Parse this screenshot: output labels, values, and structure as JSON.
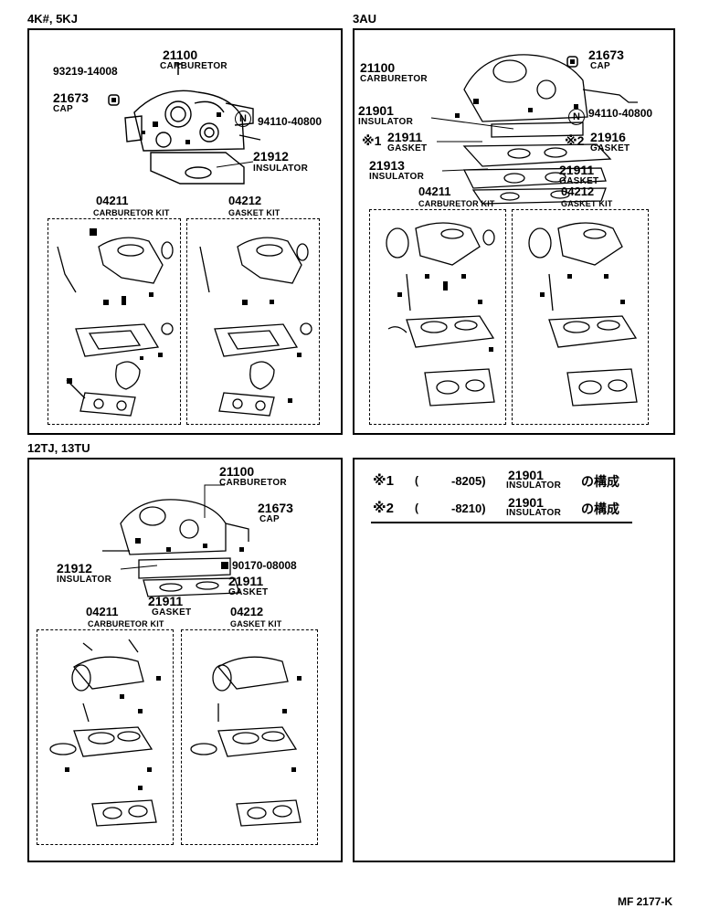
{
  "panels": {
    "p1": {
      "label": "4K#, 5KJ",
      "carb_pn": "21100",
      "carb_name": "CARBURETOR",
      "screw_pn": "93219-14008",
      "cap_pn": "21673",
      "cap_name": "CAP",
      "n_badge": "N",
      "nut_pn": "94110-40800",
      "ins_pn": "21912",
      "ins_name": "INSULATOR",
      "kit1_pn": "04211",
      "kit1_name": "CARBURETOR KIT",
      "kit2_pn": "04212",
      "kit2_name": "GASKET KIT"
    },
    "p2": {
      "label": "3AU",
      "carb_pn": "21100",
      "carb_name": "CARBURETOR",
      "cap_pn": "21673",
      "cap_name": "CAP",
      "n_badge": "N",
      "nut_pn": "94110-40800",
      "ins1_pn": "21901",
      "ins1_name": "INSULATOR",
      "mark1": "※1",
      "gask1_pn": "21911",
      "gask1_name": "GASKET",
      "mark2": "※2",
      "gask2_pn": "21916",
      "gask2_name": "GASKET",
      "ins2_pn": "21913",
      "ins2_name": "INSULATOR",
      "gask3_pn": "21911",
      "gask3_name": "GASKET",
      "kit1_pn": "04211",
      "kit1_name": "CARBURETOR KIT",
      "kit2_pn": "04212",
      "kit2_name": "GASKET KIT"
    },
    "p3": {
      "label": "12TJ, 13TU",
      "carb_pn": "21100",
      "carb_name": "CARBURETOR",
      "cap_pn": "21673",
      "cap_name": "CAP",
      "ins_pn": "21912",
      "ins_name": "INSULATOR",
      "bolt_pn": "90170-08008",
      "gask_pn": "21911",
      "gask_name": "GASKET",
      "gask_b_pn": "21911",
      "gask_b_name": "GASKET",
      "kit1_pn": "04211",
      "kit1_name": "CARBURETOR KIT",
      "kit2_pn": "04212",
      "kit2_name": "GASKET KIT"
    },
    "p4": {
      "notes": [
        {
          "mark": "※1",
          "open": "(",
          "range": "-8205)",
          "pn": "21901",
          "name": "INSULATOR",
          "suffix": "の構成"
        },
        {
          "mark": "※2",
          "open": "(",
          "range": "-8210)",
          "pn": "21901",
          "name": "INSULATOR",
          "suffix": "の構成"
        }
      ]
    }
  },
  "figure_code": "MF 2177-K"
}
